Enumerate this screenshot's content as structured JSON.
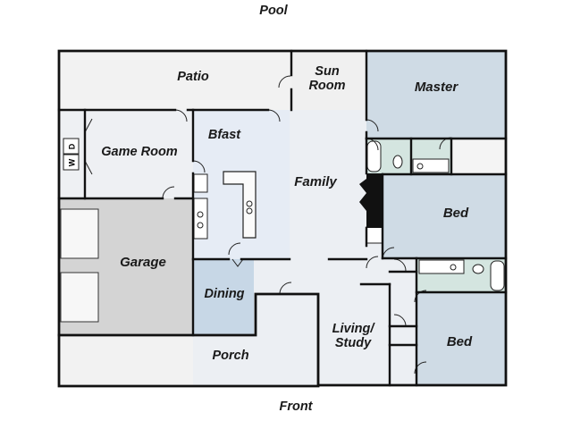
{
  "outside": {
    "top_label": "Pool",
    "bottom_label": "Front"
  },
  "rooms": {
    "patio": "Patio",
    "sun_room": "Sun\nRoom",
    "master": "Master",
    "game_room": "Game Room",
    "bfast": "Bfast",
    "family": "Family",
    "garage": "Garage",
    "dining": "Dining",
    "bed_upper": "Bed",
    "bed_lower": "Bed",
    "living_study": "Living/\nStudy",
    "porch": "Porch"
  },
  "appliances": {
    "washer": "W",
    "dryer": "D"
  },
  "colors": {
    "wall": "#111111",
    "master_fill": "#cfdbe5",
    "bed_fill": "#cfdbe5",
    "bath_fill": "#d4e5e0",
    "bfast_fill": "#e6ecf5",
    "dining_fill": "#c7d7e6",
    "garage_fill": "#d4d4d4",
    "interior_fill": "#eceff3",
    "outdoor_fill": "#f2f2f2",
    "fireplace": "#111111"
  }
}
